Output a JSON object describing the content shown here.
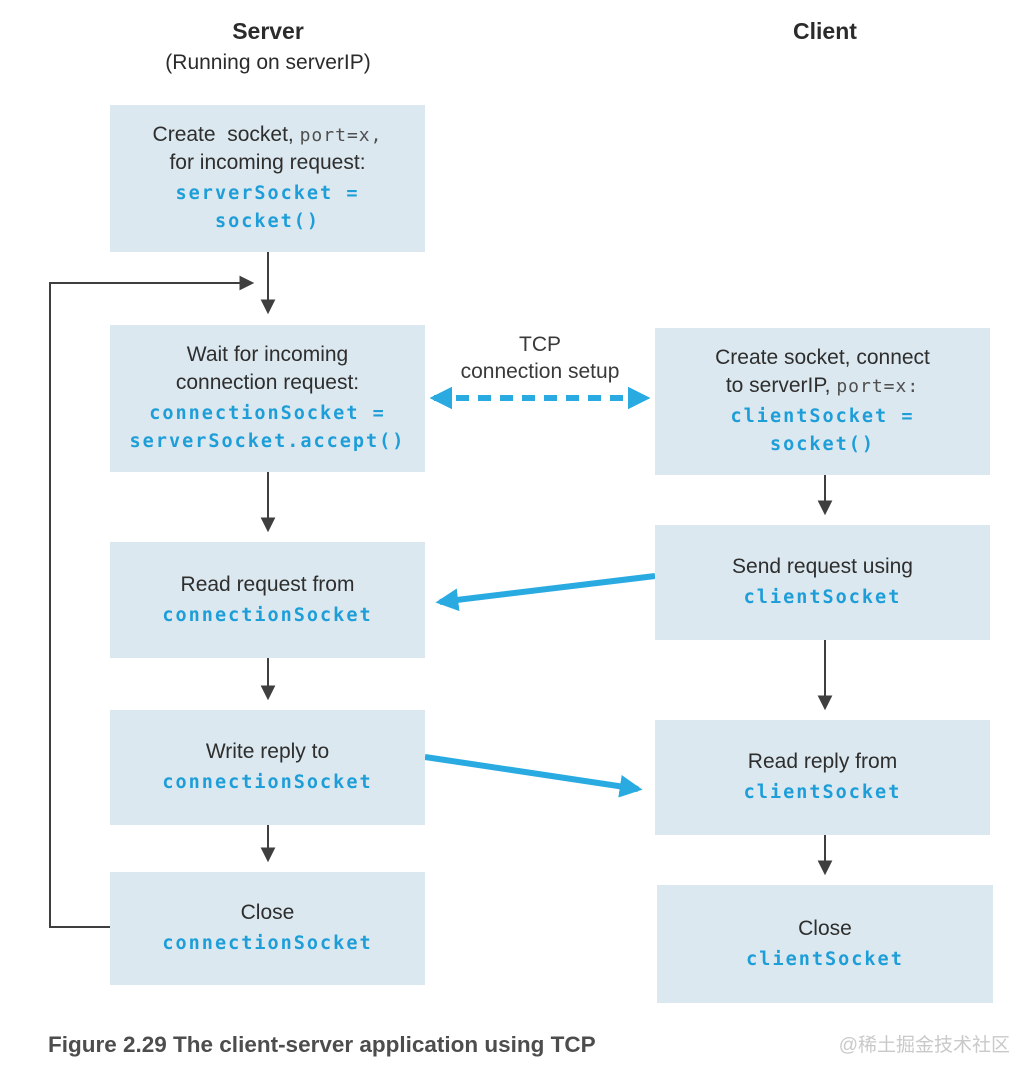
{
  "colors": {
    "box_bg": "#dbe8ef",
    "code_blue": "#1e9ed9",
    "arrow_blue": "#29abe2",
    "arrow_black": "#3f3f3f",
    "text_dark": "#2e2e2e",
    "caption_gray": "#4d4d4d",
    "watermark_gray": "#c9c9c9"
  },
  "header": {
    "server_title": "Server",
    "server_subtitle": "(Running on serverIP)",
    "client_title": "Client"
  },
  "tcp_label": {
    "line1": "TCP",
    "line2": "connection setup"
  },
  "server_boxes": {
    "create": {
      "line1_plain": "Create  socket, ",
      "line1_mono": "port=x,",
      "line2": "for incoming request:",
      "code1": "serverSocket =",
      "code2": "socket()"
    },
    "wait": {
      "line1": "Wait for incoming",
      "line2": "connection request:",
      "code1": "connectionSocket =",
      "code2": "serverSocket.accept()"
    },
    "read": {
      "line1": "Read request from",
      "code1": "connectionSocket"
    },
    "write": {
      "line1": "Write reply to",
      "code1": "connectionSocket"
    },
    "close": {
      "line1": "Close",
      "code1": "connectionSocket"
    }
  },
  "client_boxes": {
    "create": {
      "line1": "Create socket, connect",
      "line2_plain": "to serverIP, ",
      "line2_mono": "port=x:",
      "code1": "clientSocket =",
      "code2": "socket()"
    },
    "send": {
      "line1": "Send request using",
      "code1": "clientSocket"
    },
    "read": {
      "line1": "Read reply from",
      "code1": "clientSocket"
    },
    "close": {
      "line1": "Close",
      "code1": "clientSocket"
    }
  },
  "caption": "Figure 2.29 The client-server application using TCP",
  "watermark": "@稀土掘金技术社区"
}
